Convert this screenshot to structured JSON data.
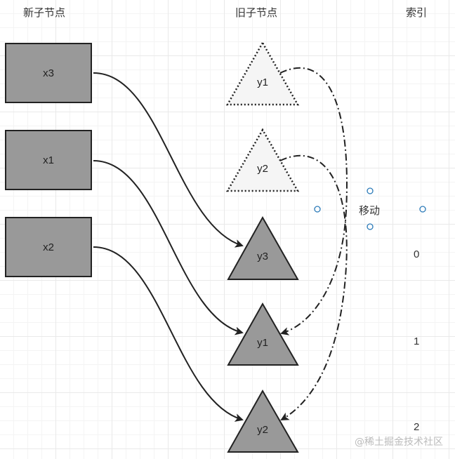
{
  "headers": {
    "new_children": "新子节点",
    "old_children": "旧子节点",
    "index": "索引"
  },
  "new_nodes": [
    "x3",
    "x1",
    "x2"
  ],
  "old_nodes_dotted": [
    "y1",
    "y2"
  ],
  "old_nodes": [
    "y3",
    "y1",
    "y2"
  ],
  "indices": [
    "0",
    "1",
    "2"
  ],
  "move_label": "移动",
  "watermark": "@稀土掘金技术社区",
  "colors": {
    "node_fill": "#999999",
    "ghost_fill": "#f5f5f5",
    "stroke": "#222222",
    "handle": "#2b7ab8"
  }
}
